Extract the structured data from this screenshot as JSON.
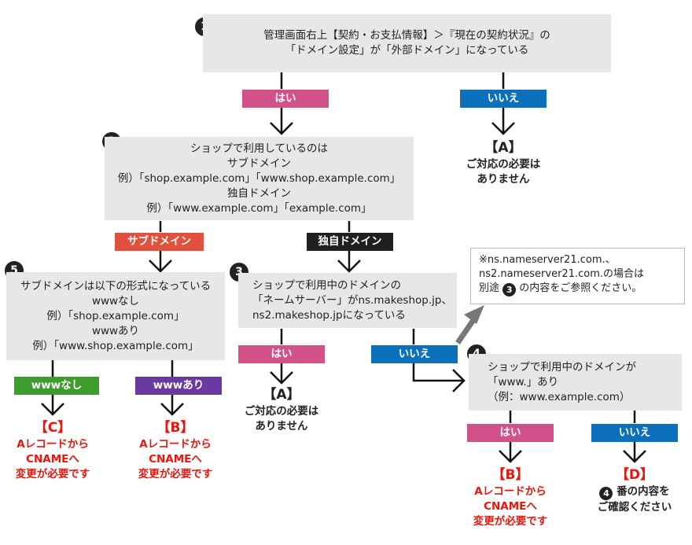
{
  "colors": {
    "pink": "#d2518a",
    "blue": "#0d70bd",
    "red_label": "#e0523d",
    "dark": "#221f1f",
    "green": "#3e9b2e",
    "purple": "#6a3aa1",
    "result_red": "#e8160c",
    "gray_box": "#e7e7e7"
  },
  "step1": {
    "num": "1",
    "line1": "管理画面右上【契約・お支払情報】＞『現在の契約状況』の",
    "line2": "「ドメイン設定」が「外部ドメイン」になっている",
    "yes": "はい",
    "no": "いいえ"
  },
  "result_a1": {
    "title": "【A】",
    "line1": "ご対応の必要は",
    "line2": "ありません"
  },
  "step2": {
    "num": "2",
    "line1": "ショップで利用しているのは",
    "sub_title": "サブドメイン",
    "sub_ex": "例）「shop.example.com」「www.shop.example.com」",
    "own_title": "独自ドメイン",
    "own_ex": "例）「www.example.com」「example.com」",
    "label_sub": "サブドメイン",
    "label_own": "独自ドメイン"
  },
  "step5": {
    "num": "5",
    "line1": "サブドメインは以下の形式になっている",
    "nowww": "wwwなし",
    "nowww_ex": "例）「shop.example.com」",
    "www": "wwwあり",
    "www_ex": "例）「www.shop.example.com」",
    "label_nowww": "wwwなし",
    "label_www": "wwwあり"
  },
  "result_c": {
    "title": "【C】",
    "line1": "Aレコードから",
    "line2": "CNAMEへ",
    "line3": "変更が必要です"
  },
  "result_b1": {
    "title": "【B】",
    "line1": "Aレコードから",
    "line2": "CNAMEへ",
    "line3": "変更が必要です"
  },
  "step3": {
    "num": "3",
    "line1": "ショップで利用中のドメインの",
    "line2": "「ネームサーバー」がns.makeshop.jp、",
    "line3": "ns2.makeshop.jpになっている",
    "yes": "はい",
    "no": "いいえ"
  },
  "result_a2": {
    "title": "【A】",
    "line1": "ご対応の必要は",
    "line2": "ありません"
  },
  "note": {
    "line1": "※ns.nameserver21.com.、",
    "line2": "ns2.nameserver21.com.の場合は",
    "line3_pre": "別途",
    "line3_num": "3",
    "line3_post": "の内容をご参照ください。"
  },
  "step4": {
    "num": "4",
    "line1": "ショップで利用中のドメインが",
    "line2": "「www.」あり",
    "line3": "（例：www.example.com）",
    "yes": "はい",
    "no": "いいえ"
  },
  "result_b2": {
    "title": "【B】",
    "line1": "Aレコードから",
    "line2": "CNAMEへ",
    "line3": "変更が必要です"
  },
  "result_d": {
    "title": "【D】",
    "line2_num": "4",
    "line2_text": "番の内容を",
    "line3": "ご確認ください"
  }
}
